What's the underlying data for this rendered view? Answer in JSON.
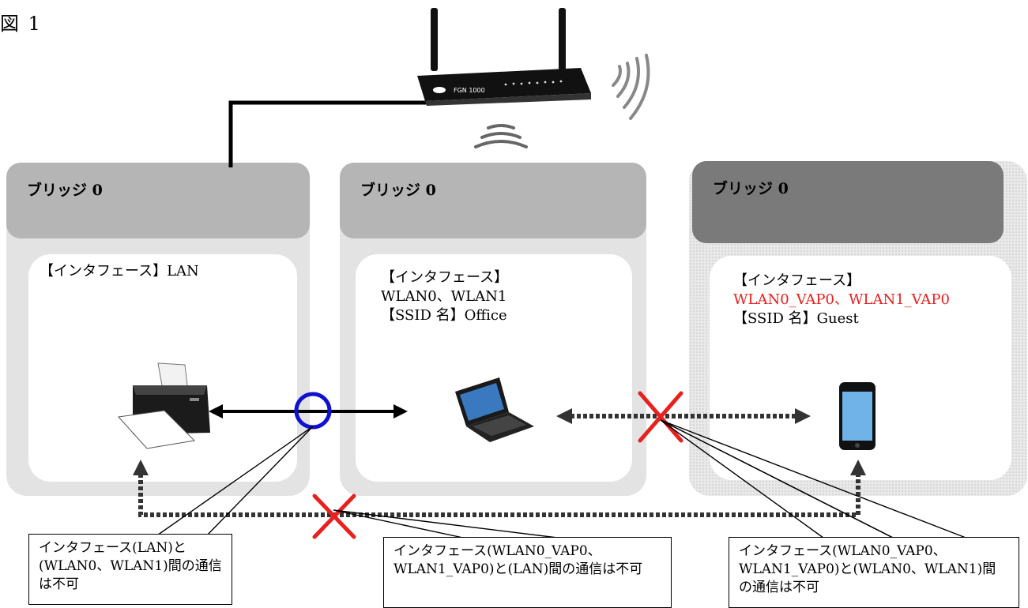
{
  "figure_label": "図 1",
  "bridges": [
    {
      "title": "ブリッジ 0",
      "interface_lines": [
        "【インタフェース】LAN"
      ]
    },
    {
      "title": "ブリッジ 0",
      "interface_lines": [
        "【インタフェース】",
        "WLAN0、WLAN1",
        "【SSID 名】Office"
      ]
    },
    {
      "title": "ブリッジ 0",
      "interface_lines": [
        "【インタフェース】",
        "WLAN0_VAP0、WLAN1_VAP0",
        "【SSID 名】Guest"
      ]
    }
  ],
  "router_label": "FGN 1000",
  "callouts": [
    "インタフェース(LAN)と(WLAN0、WLAN1)間の通信は不可",
    "インタフェース(WLAN0_VAP0、WLAN1_VAP0)と(LAN)間の通信は不可",
    "インタフェース(WLAN0_VAP0、WLAN1_VAP0)と(WLAN0、WLAN1)間の通信は不可"
  ],
  "colors": {
    "bridge_bg": "#e3e3e3",
    "bridge_header": "#b5b5b5",
    "guest_header": "#7a7a7a",
    "allowed_mark": "#1010d0",
    "blocked_mark": "#e8201e",
    "interface_highlight": "#e8201e"
  },
  "icons": [
    "router-icon",
    "wifi-signal-icon",
    "printer-icon",
    "laptop-icon",
    "smartphone-icon"
  ]
}
